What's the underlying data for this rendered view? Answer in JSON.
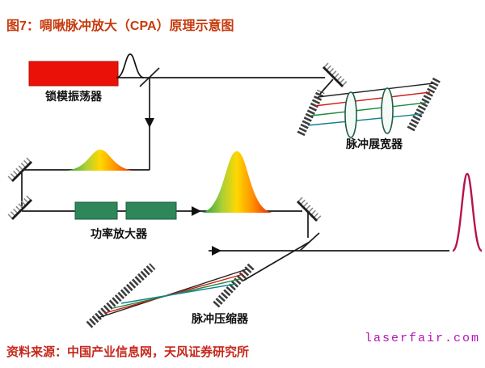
{
  "header": {
    "title": "图7：啁啾脉冲放大（CPA）原理示意图"
  },
  "diagram": {
    "oscillator_label": "锁模振荡器",
    "stretcher_label": "脉冲展宽器",
    "amplifier_label": "功率放大器",
    "compressor_label": "脉冲压缩器"
  },
  "footer": {
    "source": "资料来源：中国产业信息网，天风证券研究所",
    "watermark": "laserfair.com"
  },
  "colors": {
    "title_red": "#c63a0c",
    "source_red": "#c5281c",
    "watermark_magenta": "#b712b7",
    "oscillator_red": "#ea1208",
    "amplifier_green": "#2e8659",
    "beam_black": "#1a1a1a",
    "beam_red": "#cf1c14",
    "beam_green": "#1d8a3c",
    "beam_teal": "#12808c",
    "compressed_pulse_crimson": "#b5134f",
    "chirp_gradient": [
      "#169a3e",
      "#a9cf38",
      "#ffd800",
      "#ff8e00",
      "#e3170d"
    ]
  }
}
